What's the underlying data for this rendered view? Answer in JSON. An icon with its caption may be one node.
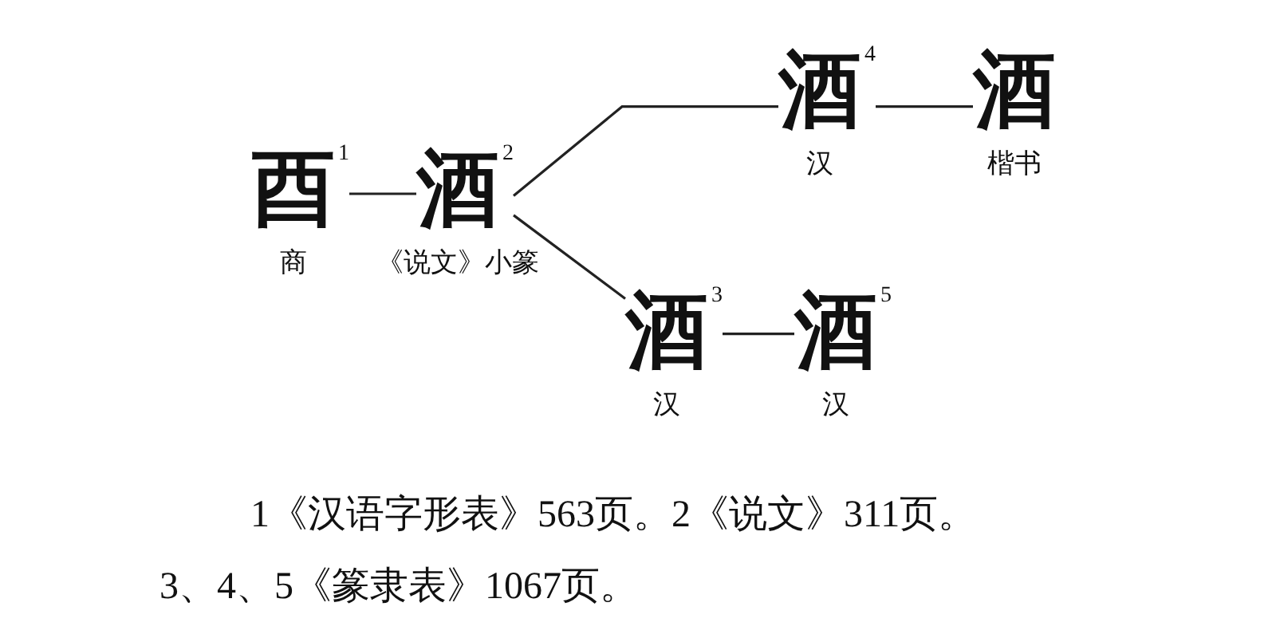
{
  "diagram": {
    "nodes": [
      {
        "text": [
          "酉$^{1}$"
        ],
        "beside": [
          "商"
        ]
      },
      {
        "text": [
          "酒$^{2}$"
        ],
        "beside": [
          "《说文》小篆"
        ]
      },
      {
        "text": [
          "酒$^{3}$"
        ],
        "beside": [
          "汉"
        ]
      },
      {
        "text": [
          "酒$^{4}$"
        ],
        "beside": [
          "汉"
        ]
      },
      {
        "text": [
          "酒$^{5}$"
        ],
        "beside": [
          "汉"
        ]
      },
      {
        "text": [
          "酒"
        ],
        "beside": [
          "楷书"
        ]
      }
    ],
    "edges": [
      {
        "from": 0,
        "to": 1,
        "arrow": "none"
      },
      {
        "from": 1,
        "to": 3,
        "arrow": "none"
      },
      {
        "from": 1,
        "to": 2,
        "arrow": "none"
      },
      {
        "from": 3,
        "to": 5,
        "arrow": "none"
      },
      {
        "from": 2,
        "to": 4,
        "arrow": "none"
      }
    ],
    "labels": [
      "1《汉语字形表》563页。2《说文》311页。",
      "3、4、5《篆隶表》1067页。"
    ]
  }
}
